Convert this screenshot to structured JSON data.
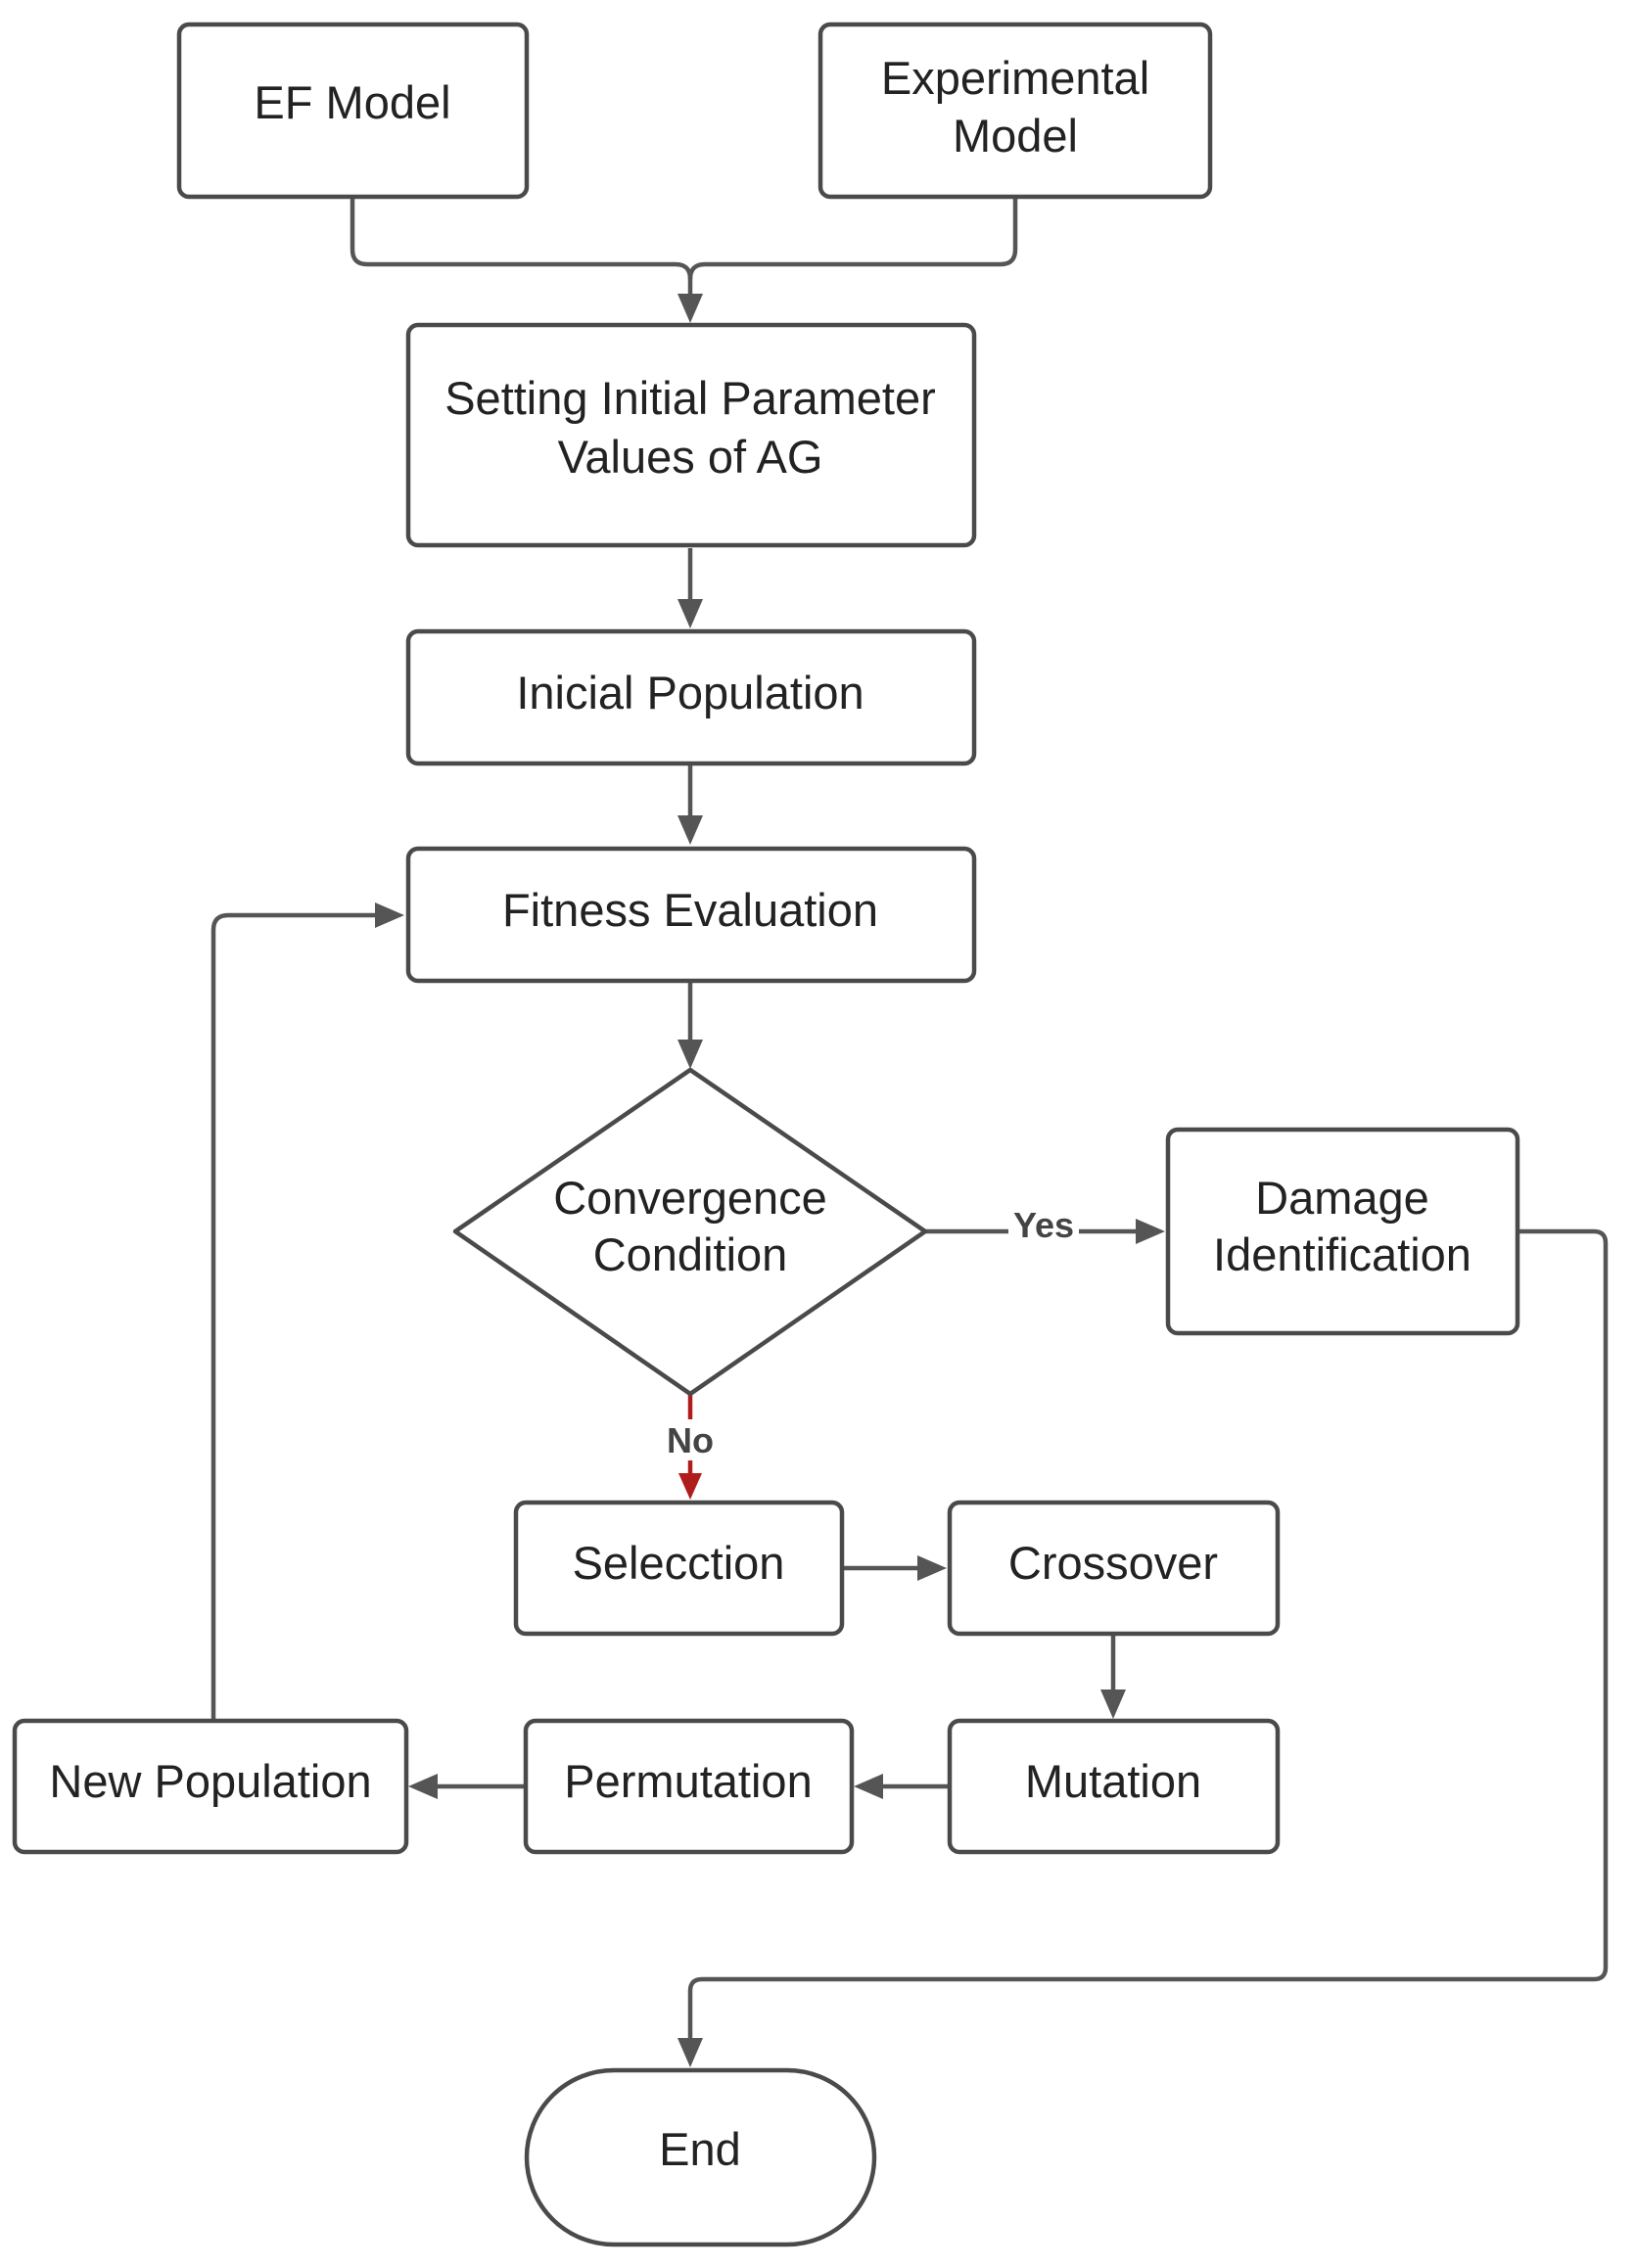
{
  "nodes": {
    "ef_model": "EF Model",
    "experimental_model": [
      "Experimental",
      "Model"
    ],
    "setting_parameters": [
      "Setting Initial Parameter",
      "Values of AG"
    ],
    "initial_population": "Inicial Population",
    "fitness_evaluation": "Fitness Evaluation",
    "convergence_condition": [
      "Convergence",
      "Condition"
    ],
    "damage_identification": [
      "Damage",
      "Identification"
    ],
    "selection": "Selecction",
    "crossover": "Crossover",
    "mutation": "Mutation",
    "permutation": "Permutation",
    "new_population": "New Population",
    "end": "End"
  },
  "edge_labels": {
    "yes": "Yes",
    "no": "No"
  },
  "colors": {
    "stroke": "#4a4a4a",
    "connector": "#555555",
    "no_branch": "#b01c1c",
    "text": "#222222"
  }
}
